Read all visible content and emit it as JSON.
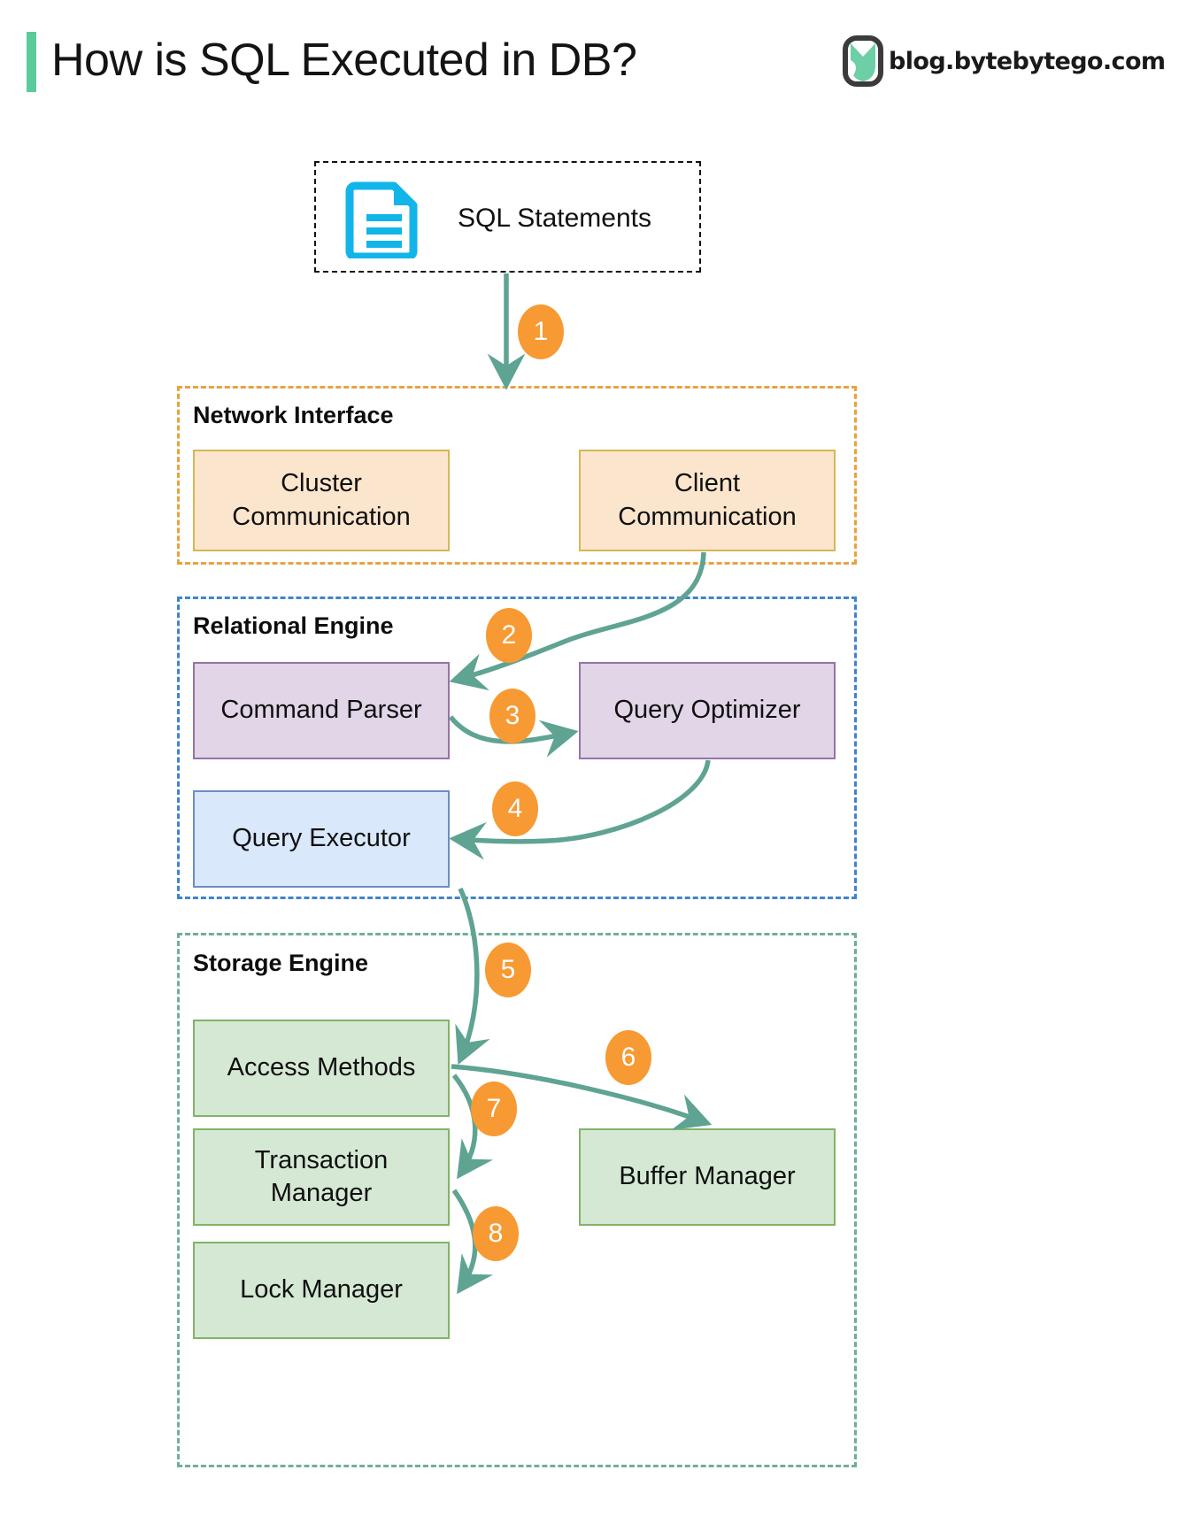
{
  "header": {
    "title": "How is SQL Executed in DB?",
    "brand_text": "blog.bytebytego.com",
    "accent_color": "#5ccb9b",
    "logo_icon": "bytebytego-logo-icon"
  },
  "source": {
    "label": "SQL Statements",
    "icon": "document-lines-icon",
    "icon_color": "#12b5e8",
    "border_style": "dotted-black"
  },
  "groups": [
    {
      "id": "network-interface",
      "title": "Network Interface",
      "border_color": "#e8a33d",
      "nodes": [
        {
          "id": "cluster-communication",
          "label_lines": [
            "Cluster",
            "Communication"
          ],
          "fill": "#fce5cd",
          "stroke": "#d6b656"
        },
        {
          "id": "client-communication",
          "label_lines": [
            "Client",
            "Communication"
          ],
          "fill": "#fce5cd",
          "stroke": "#d6b656"
        }
      ]
    },
    {
      "id": "relational-engine",
      "title": "Relational Engine",
      "border_color": "#3d85c8",
      "nodes": [
        {
          "id": "command-parser",
          "label_lines": [
            "Command Parser"
          ],
          "fill": "#e1d5e7",
          "stroke": "#9673a6"
        },
        {
          "id": "query-optimizer",
          "label_lines": [
            "Query Optimizer"
          ],
          "fill": "#e1d5e7",
          "stroke": "#9673a6"
        },
        {
          "id": "query-executor",
          "label_lines": [
            "Query Executor"
          ],
          "fill": "#dae8fc",
          "stroke": "#6c8ebf"
        }
      ]
    },
    {
      "id": "storage-engine",
      "title": "Storage Engine",
      "border_color": "#6fae9e",
      "nodes": [
        {
          "id": "access-methods",
          "label_lines": [
            "Access Methods"
          ],
          "fill": "#d5e8d4",
          "stroke": "#82b366"
        },
        {
          "id": "transaction-manager",
          "label_lines": [
            "Transaction",
            "Manager"
          ],
          "fill": "#d5e8d4",
          "stroke": "#82b366"
        },
        {
          "id": "lock-manager",
          "label_lines": [
            "Lock Manager"
          ],
          "fill": "#d5e8d4",
          "stroke": "#82b366"
        },
        {
          "id": "buffer-manager",
          "label_lines": [
            "Buffer Manager"
          ],
          "fill": "#d5e8d4",
          "stroke": "#82b366"
        }
      ]
    }
  ],
  "flow": {
    "arrow_color": "#5fa393",
    "badge_color": "#f79a33",
    "badge_text_color": "#ffffff",
    "steps": [
      {
        "n": "1",
        "from": "SQL Statements",
        "to": "Network Interface"
      },
      {
        "n": "2",
        "from": "Client Communication",
        "to": "Command Parser"
      },
      {
        "n": "3",
        "from": "Command Parser",
        "to": "Query Optimizer"
      },
      {
        "n": "4",
        "from": "Query Optimizer",
        "to": "Query Executor"
      },
      {
        "n": "5",
        "from": "Query Executor",
        "to": "Access Methods"
      },
      {
        "n": "6",
        "from": "Access Methods",
        "to": "Buffer Manager"
      },
      {
        "n": "7",
        "from": "Access Methods",
        "to": "Transaction Manager"
      },
      {
        "n": "8",
        "from": "Transaction Manager",
        "to": "Lock Manager"
      }
    ]
  }
}
